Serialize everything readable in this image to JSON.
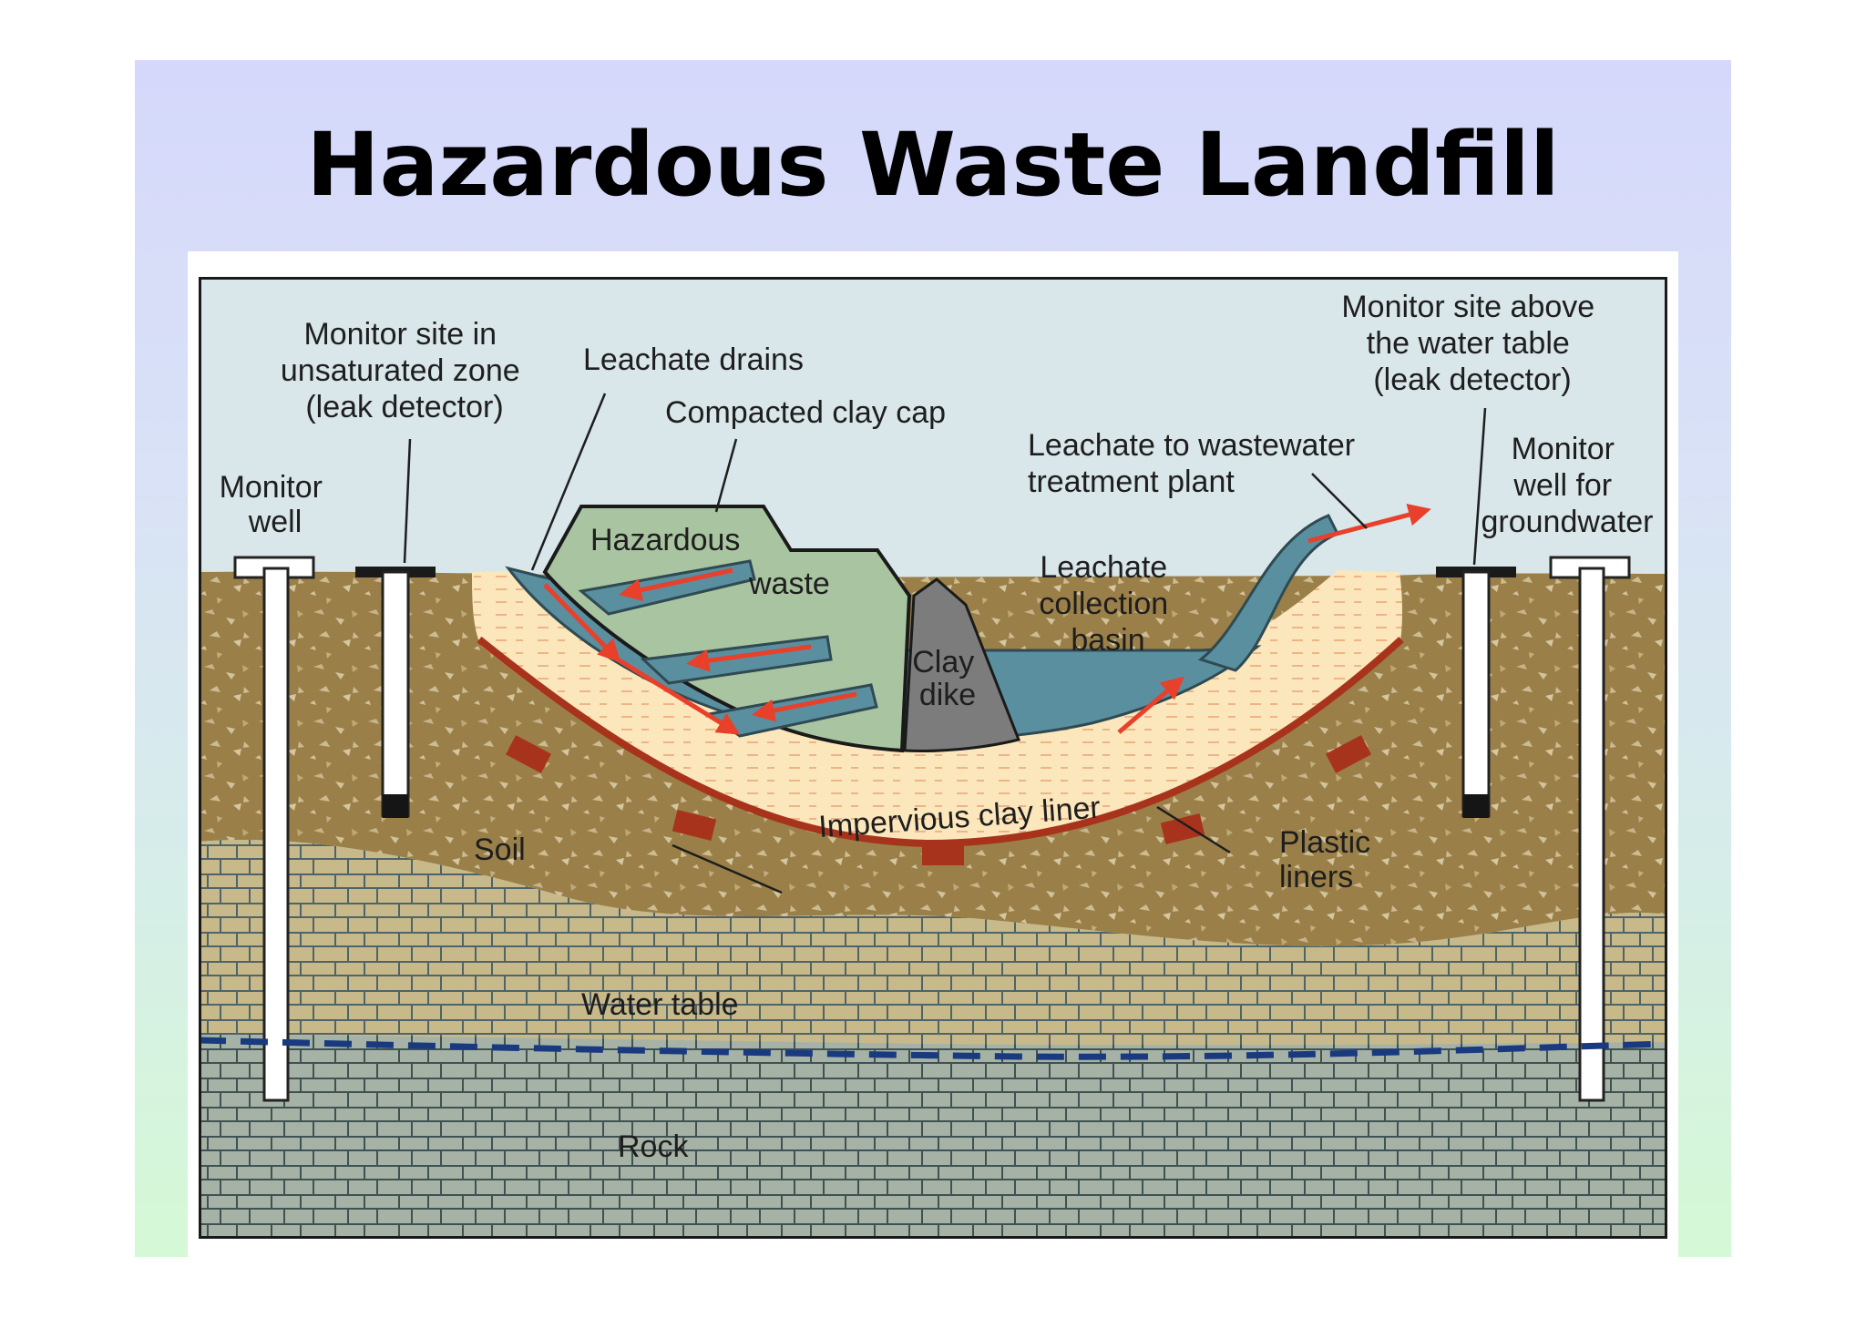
{
  "title": "Hazardous Waste Landfill",
  "labels": {
    "monitor_site_unsaturated": [
      "Monitor site in",
      "unsaturated zone",
      "(leak detector)"
    ],
    "monitor_well_left": [
      "Monitor",
      "well"
    ],
    "leachate_drains": "Leachate drains",
    "compacted_clay_cap": "Compacted clay cap",
    "hazardous_waste": [
      "Hazardous",
      "waste"
    ],
    "clay_dike": [
      "Clay",
      "dike"
    ],
    "leachate_to_wastewater": [
      "Leachate to wastewater",
      "treatment plant"
    ],
    "leachate_collection_basin": [
      "Leachate",
      "collection",
      "basin"
    ],
    "monitor_site_above_table": [
      "Monitor site above",
      "the water table",
      "(leak detector)"
    ],
    "monitor_well_groundwater": [
      "Monitor",
      "well for",
      "groundwater"
    ],
    "impervious_clay_liner": "Impervious clay liner",
    "plastic_liners": [
      "Plastic",
      "liners"
    ],
    "soil": "Soil",
    "water_table": "Water table",
    "rock": "Rock"
  },
  "colors": {
    "sky": "#d9e6ea",
    "soil": "#9a8048",
    "clay_liner": "#fbe7bb",
    "liner_red": "#b4381e",
    "waste": "#a9c4a0",
    "dike": "#7c7c7c",
    "leachate_water": "#5a8fa0",
    "flow_arrow": "#e8402a",
    "upper_rock": "#c8b98a",
    "lower_rock": "#a7b2a6",
    "water_table_line": "#1a3a80"
  }
}
